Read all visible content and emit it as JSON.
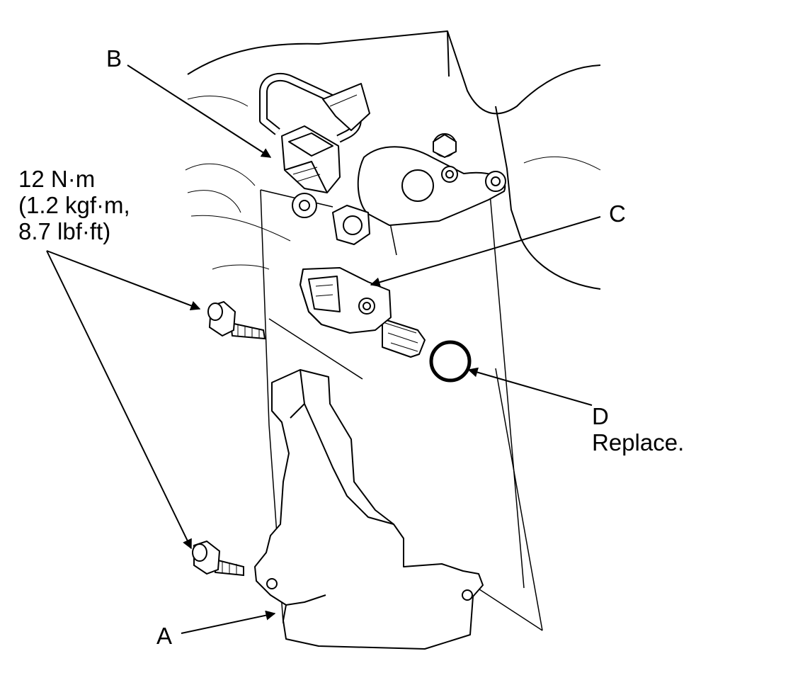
{
  "labels": {
    "a": "A",
    "b": "B",
    "c": "C",
    "d": "D",
    "d_note": "Replace.",
    "torque_line1": "12 N·m",
    "torque_line2": "(1.2 kgf·m,",
    "torque_line3": "8.7 lbf·ft)"
  },
  "colors": {
    "ink": "#000000",
    "background": "#ffffff"
  }
}
